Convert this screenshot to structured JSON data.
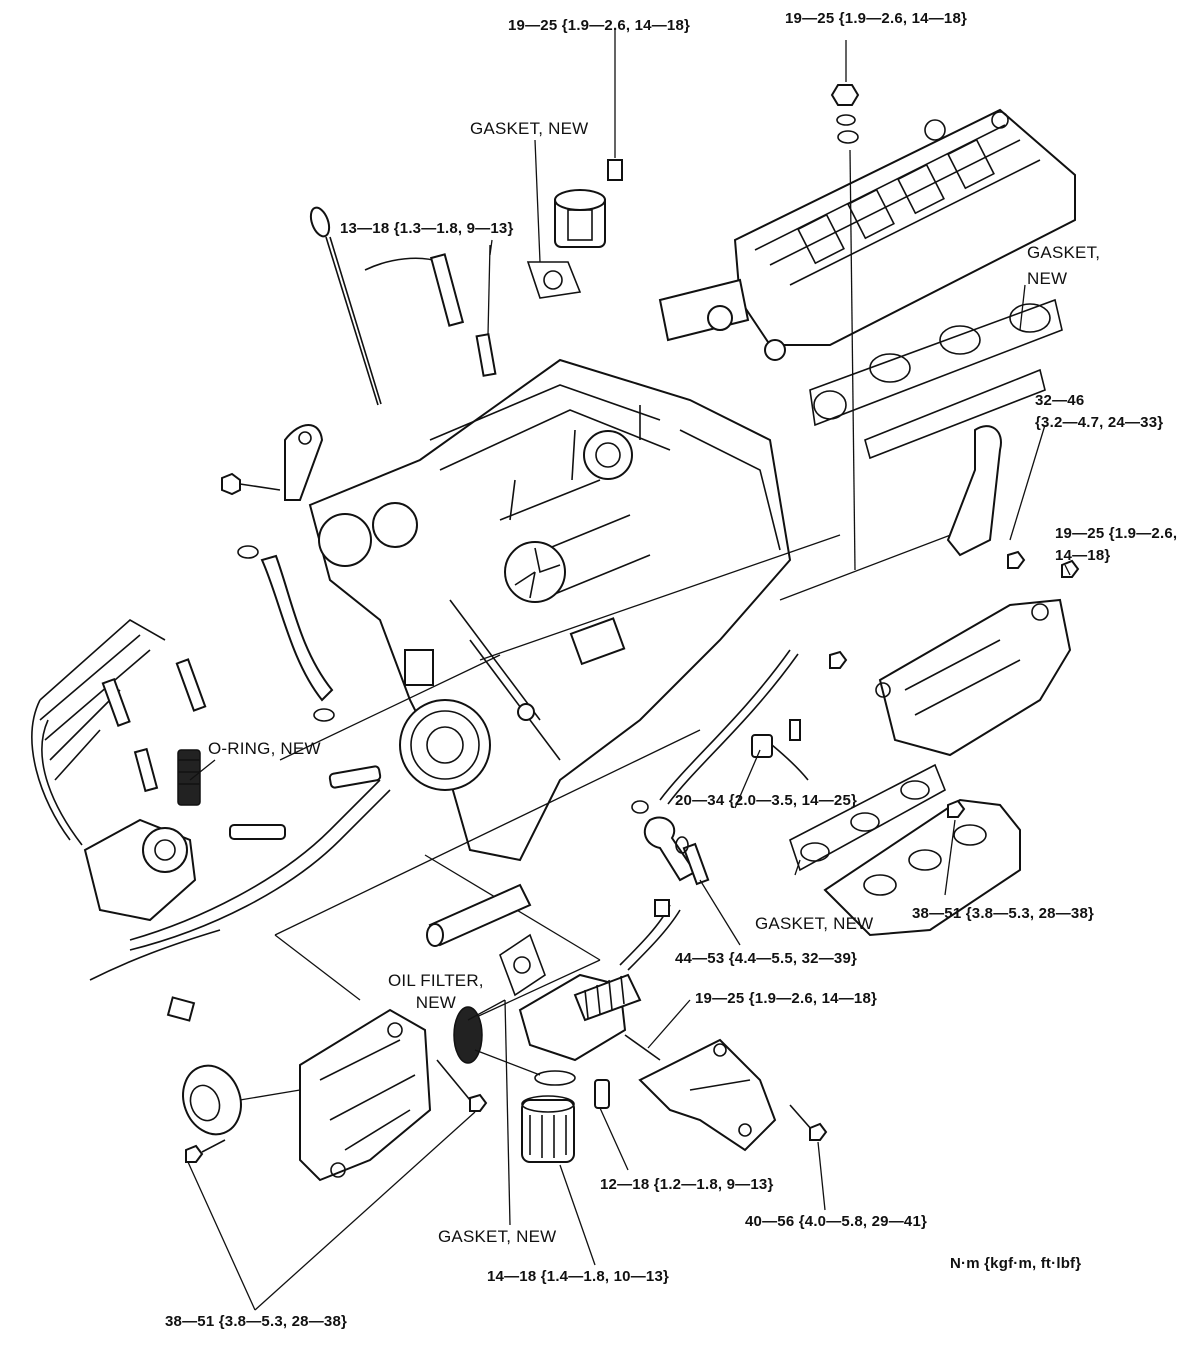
{
  "callouts": {
    "torque_top_left": "19—25 {1.9—2.6, 14—18}",
    "torque_top_right": "19—25 {1.9—2.6, 14—18}",
    "gasket_new_top": "GASKET, NEW",
    "torque_dipstick": "13—18 {1.3—1.8, 9—13}",
    "gasket_new_manifold": "GASKET,\nNEW",
    "torque_bracket_right": "32—46\n{3.2—4.7, 24—33}",
    "torque_heat_shield": "19—25 {1.9—2.6,\n14—18}",
    "o_ring_new": "O-RING, NEW",
    "torque_oil_sensor": "20—34 {2.0—3.5, 14—25}",
    "gasket_new_exhaust": "GASKET, NEW",
    "torque_exhaust_manifold": "38—51 {3.8—5.3, 28—38}",
    "torque_pipe_bolt": "44—53 {4.4—5.5, 32—39}",
    "oil_filter_new": "OIL FILTER,\nNEW",
    "torque_water_outlet": "19—25 {1.9—2.6, 14—18}",
    "torque_switch": "12—18 {1.2—1.8, 9—13}",
    "torque_engine_mount": "40—56 {4.0—5.8, 29—41}",
    "gasket_new_oil_filter": "GASKET, NEW",
    "torque_oil_filter": "14—18 {1.4—1.8, 10—13}",
    "torque_bracket_left": "38—51 {3.8—5.3, 28—38}",
    "units": "N·m {kgf·m, ft·lbf}"
  }
}
